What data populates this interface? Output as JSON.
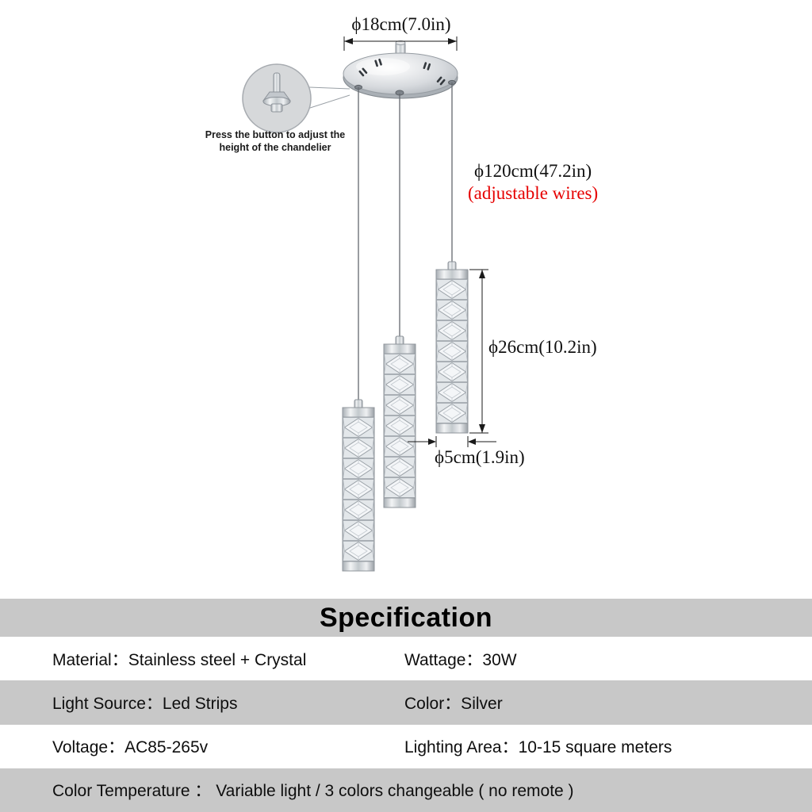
{
  "diagram": {
    "canopy_dim": "ϕ18cm(7.0in)",
    "wire_dim": "ϕ120cm(47.2in)",
    "wire_note": "(adjustable wires)",
    "pendant_length_dim": "ϕ26cm(10.2in)",
    "pendant_width_dim": "ϕ5cm(1.9in)",
    "button_note_line1": "Press the button to adjust the",
    "button_note_line2": "height of the chandelier"
  },
  "colors": {
    "note_red": "#e60000",
    "table_gray": "#c8c8c8",
    "text": "#0e0e0e"
  },
  "spec": {
    "title": "Specification",
    "rows": [
      {
        "cells": [
          "Material：Stainless steel + Crystal",
          "Wattage：30W"
        ]
      },
      {
        "cells": [
          "Light Source：Led Strips",
          "Color：Silver"
        ]
      },
      {
        "cells": [
          "Voltage：AC85-265v",
          "Lighting Area：10-15 square meters"
        ]
      },
      {
        "cells": [
          "Color Temperature ： Variable light / 3 colors changeable ( no remote )"
        ]
      }
    ]
  }
}
